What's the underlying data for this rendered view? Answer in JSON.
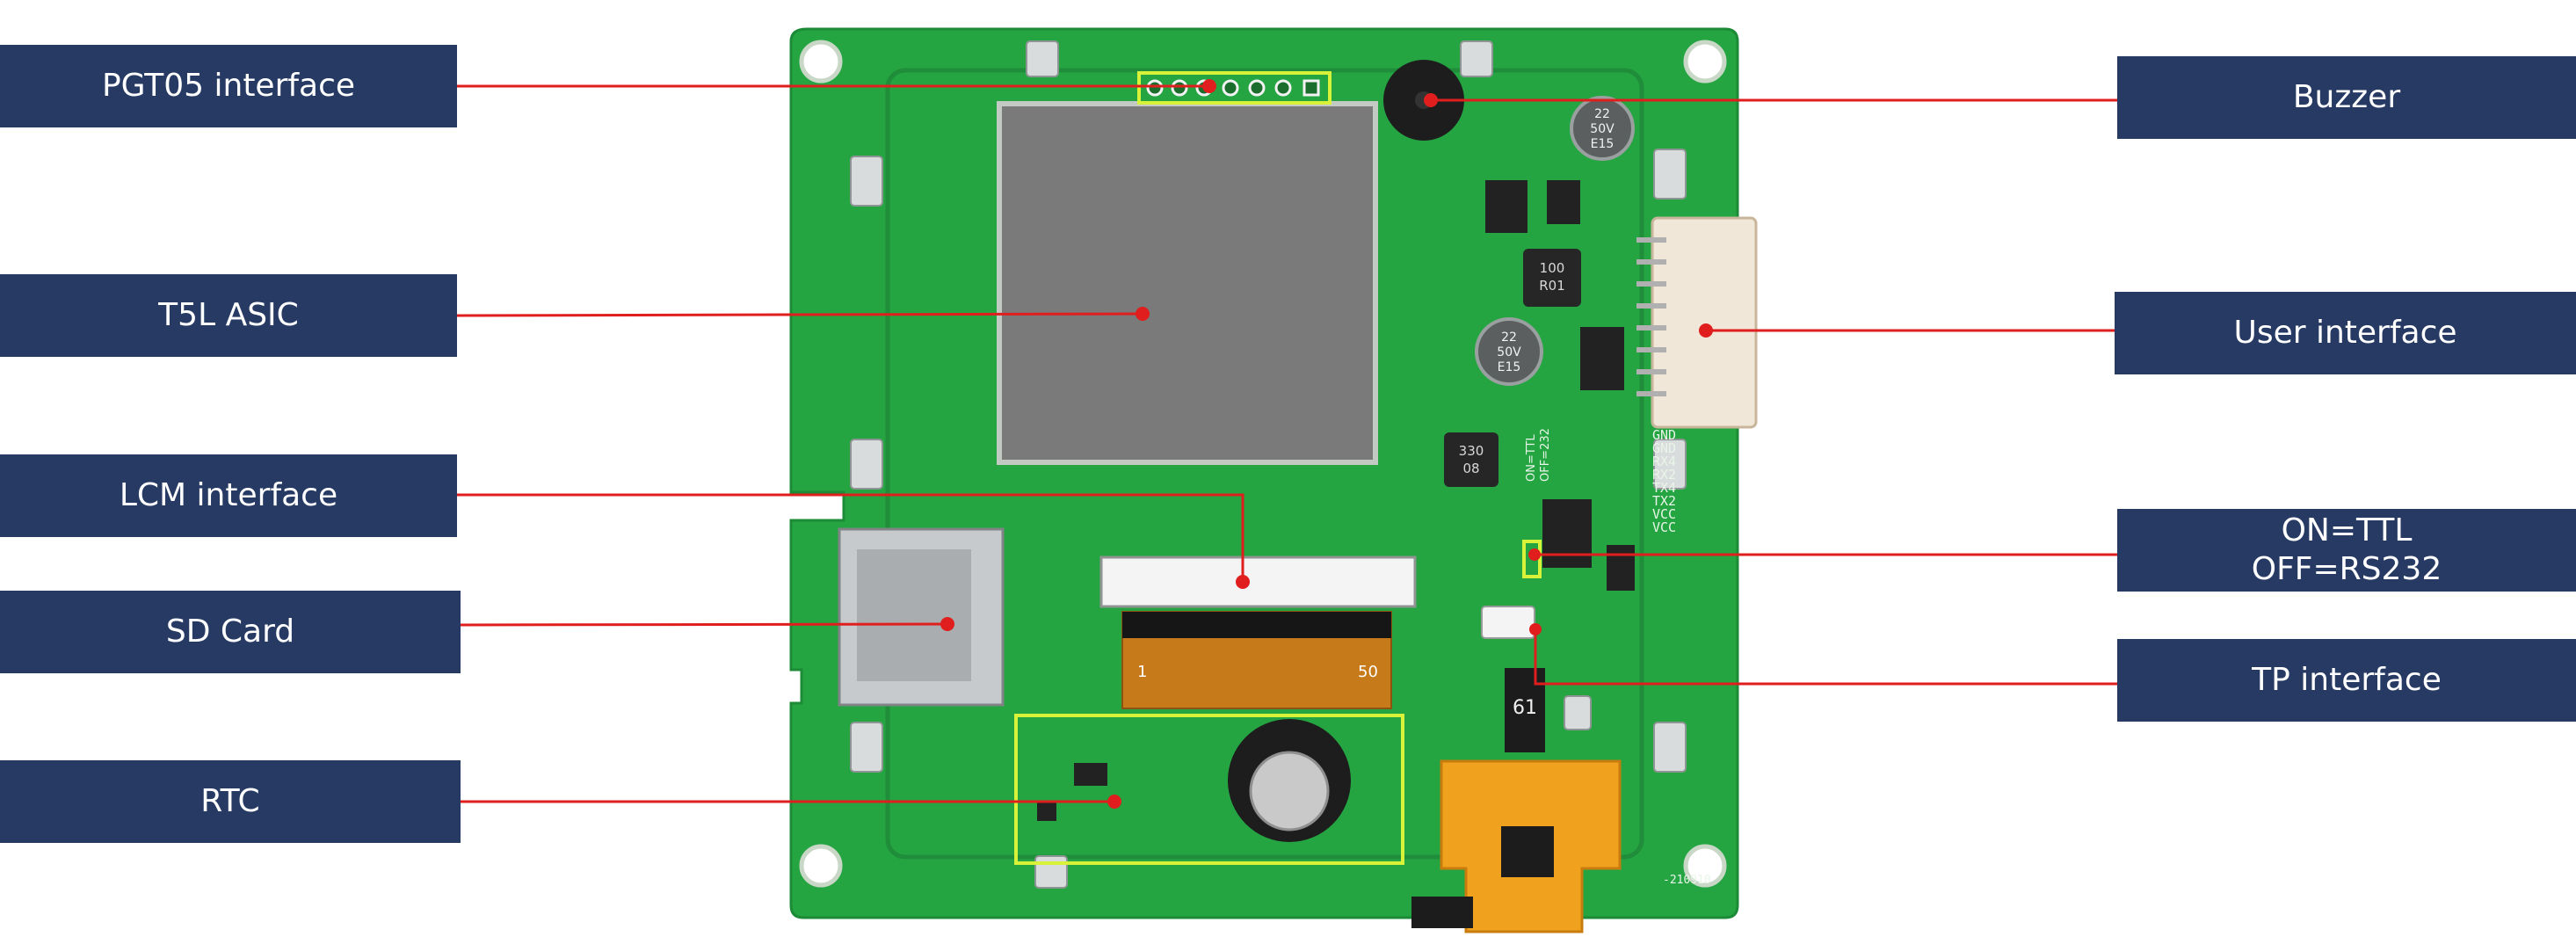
{
  "labels": {
    "pgt05": "PGT05 interface",
    "t5l": "T5L ASIC",
    "lcm": "LCM interface",
    "sd": "SD Card",
    "rtc": "RTC",
    "buzzer": "Buzzer",
    "user": "User interface",
    "mode_on": "ON=TTL",
    "mode_off": "OFF=RS232",
    "tp": "TP interface"
  },
  "board_markings": {
    "connector_pins": [
      "GND",
      "GND",
      "RX4",
      "RX2",
      "TX4",
      "TX2",
      "VCC",
      "VCC"
    ],
    "fpc_pin_first": "1",
    "fpc_pin_last": "50",
    "tp_connector": "61",
    "cap_top": [
      "22",
      "50V",
      "E15"
    ],
    "cap_mid": [
      "22",
      "50V",
      "E15"
    ],
    "inductor_top": [
      "100",
      "R01"
    ],
    "inductor_bottom": [
      "330",
      "08"
    ],
    "switch_on": "ON=TTL",
    "switch_off": "OFF=232",
    "serial": "-210910"
  },
  "colors": {
    "label_bg": "#263a63",
    "pointer": "#e01e1e",
    "pcb": "#25a542",
    "highlight": "#d8f23a"
  }
}
